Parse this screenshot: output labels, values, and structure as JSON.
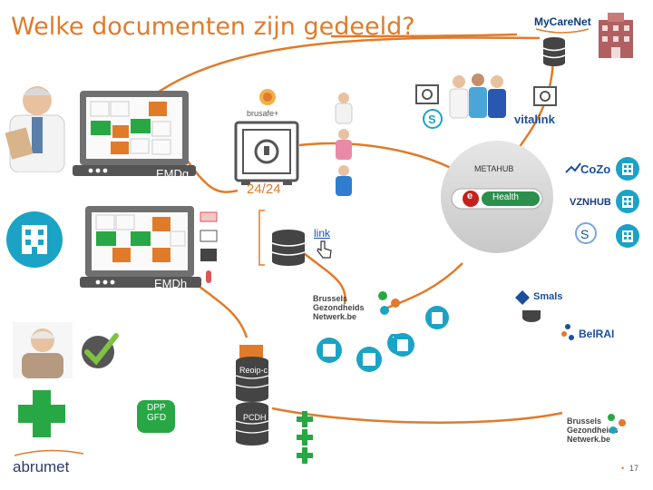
{
  "title": "Welke documenten zijn gedeeld?",
  "labels": {
    "emdg": "EMDg",
    "emdh": "EMDh",
    "always": "24/24",
    "metahub": "METAHUB",
    "link": "link",
    "reoipc": "Reoip-c",
    "pcdh": "PCDH",
    "dpp": "DPP",
    "gfd": "GFD",
    "page_number": "17"
  },
  "logos": {
    "mycarenet": "MyCareNet",
    "brusafe": "brusafe+",
    "vitalink": "vitalink",
    "cozo": "CoZo",
    "vznhub": "VZNHUB",
    "ehealth_e": "e",
    "ehealth": "Health",
    "smals": "Smals",
    "belrai": "BelRAI",
    "bgn_line1": "Brussels",
    "bgn_line2": "Gezondheids",
    "bgn_line3": "Netwerk.be",
    "abrumet": "abrumet"
  },
  "colors": {
    "orange": "#e07b2a",
    "teal": "#1ba3c6",
    "green": "#27a844",
    "grey_hub": "#d4d4d4",
    "dark": "#555555"
  }
}
